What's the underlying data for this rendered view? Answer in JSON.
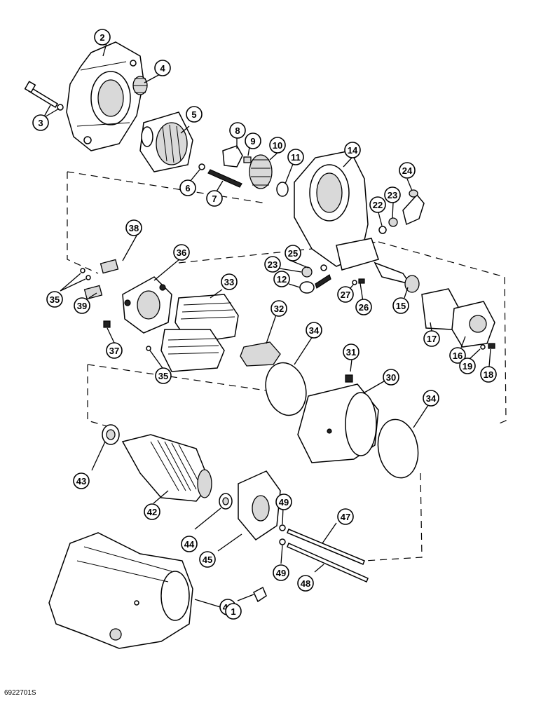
{
  "diagram": {
    "reference_code": "6922701S",
    "callouts": [
      {
        "num": "1"
      },
      {
        "num": "2"
      },
      {
        "num": "3"
      },
      {
        "num": "4"
      },
      {
        "num": "5"
      },
      {
        "num": "6"
      },
      {
        "num": "7"
      },
      {
        "num": "8"
      },
      {
        "num": "9"
      },
      {
        "num": "10"
      },
      {
        "num": "11"
      },
      {
        "num": "12"
      },
      {
        "num": "14"
      },
      {
        "num": "15"
      },
      {
        "num": "16"
      },
      {
        "num": "17"
      },
      {
        "num": "18"
      },
      {
        "num": "19"
      },
      {
        "num": "22"
      },
      {
        "num": "23"
      },
      {
        "num": "23"
      },
      {
        "num": "24"
      },
      {
        "num": "25"
      },
      {
        "num": "26"
      },
      {
        "num": "27"
      },
      {
        "num": "30"
      },
      {
        "num": "31"
      },
      {
        "num": "32"
      },
      {
        "num": "33"
      },
      {
        "num": "34"
      },
      {
        "num": "34"
      },
      {
        "num": "35"
      },
      {
        "num": "35"
      },
      {
        "num": "36"
      },
      {
        "num": "37"
      },
      {
        "num": "38"
      },
      {
        "num": "39"
      },
      {
        "num": "42"
      },
      {
        "num": "43"
      },
      {
        "num": "44"
      },
      {
        "num": "45"
      },
      {
        "num": "46"
      },
      {
        "num": "47"
      },
      {
        "num": "48"
      },
      {
        "num": "49"
      },
      {
        "num": "49"
      }
    ]
  }
}
